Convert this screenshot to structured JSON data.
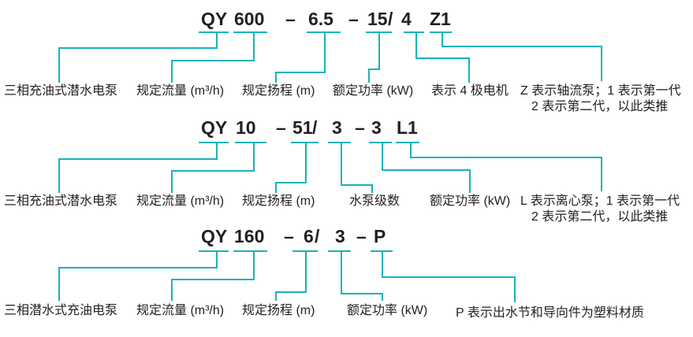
{
  "colors": {
    "accent": "#17b3b6",
    "ink": "#231f20"
  },
  "rows": {
    "r1": {
      "title_segments": [
        "QY",
        "600",
        "–",
        "6.5",
        "–",
        "15",
        "/",
        "4",
        "Z1"
      ],
      "labels": {
        "pump_type": "三相充油式潜水电泵",
        "flow": "规定流量 (m³/h)",
        "head": "规定扬程 (m)",
        "power": "额定功率 (kW)",
        "poles": "表示 4 极电机",
        "suffix_line1": "Z 表示轴流泵；1 表示第一代",
        "suffix_line2": "2 表示第二代，以此类推"
      }
    },
    "r2": {
      "title_segments": [
        "QY",
        "10",
        "–",
        "51",
        "/",
        "3",
        "–",
        "3",
        "L1"
      ],
      "labels": {
        "pump_type": "三相充油式潜水电泵",
        "flow": "规定流量 (m³/h)",
        "head": "规定扬程 (m)",
        "stages": "水泵级数",
        "power": "额定功率 (kW)",
        "suffix_line1": "L 表示离心泵；1 表示第一代",
        "suffix_line2": "2 表示第二代，以此类推"
      }
    },
    "r3": {
      "title_segments": [
        "QY",
        "160",
        "–",
        "6",
        "/",
        "3",
        "–",
        "P"
      ],
      "labels": {
        "pump_type": "三相潜水式充油电泵",
        "flow": "规定流量 (m³/h)",
        "head": "规定扬程 (m)",
        "power": "额定功率 (kW)",
        "suffix": "P 表示出水节和导向件为塑料材质"
      }
    }
  }
}
